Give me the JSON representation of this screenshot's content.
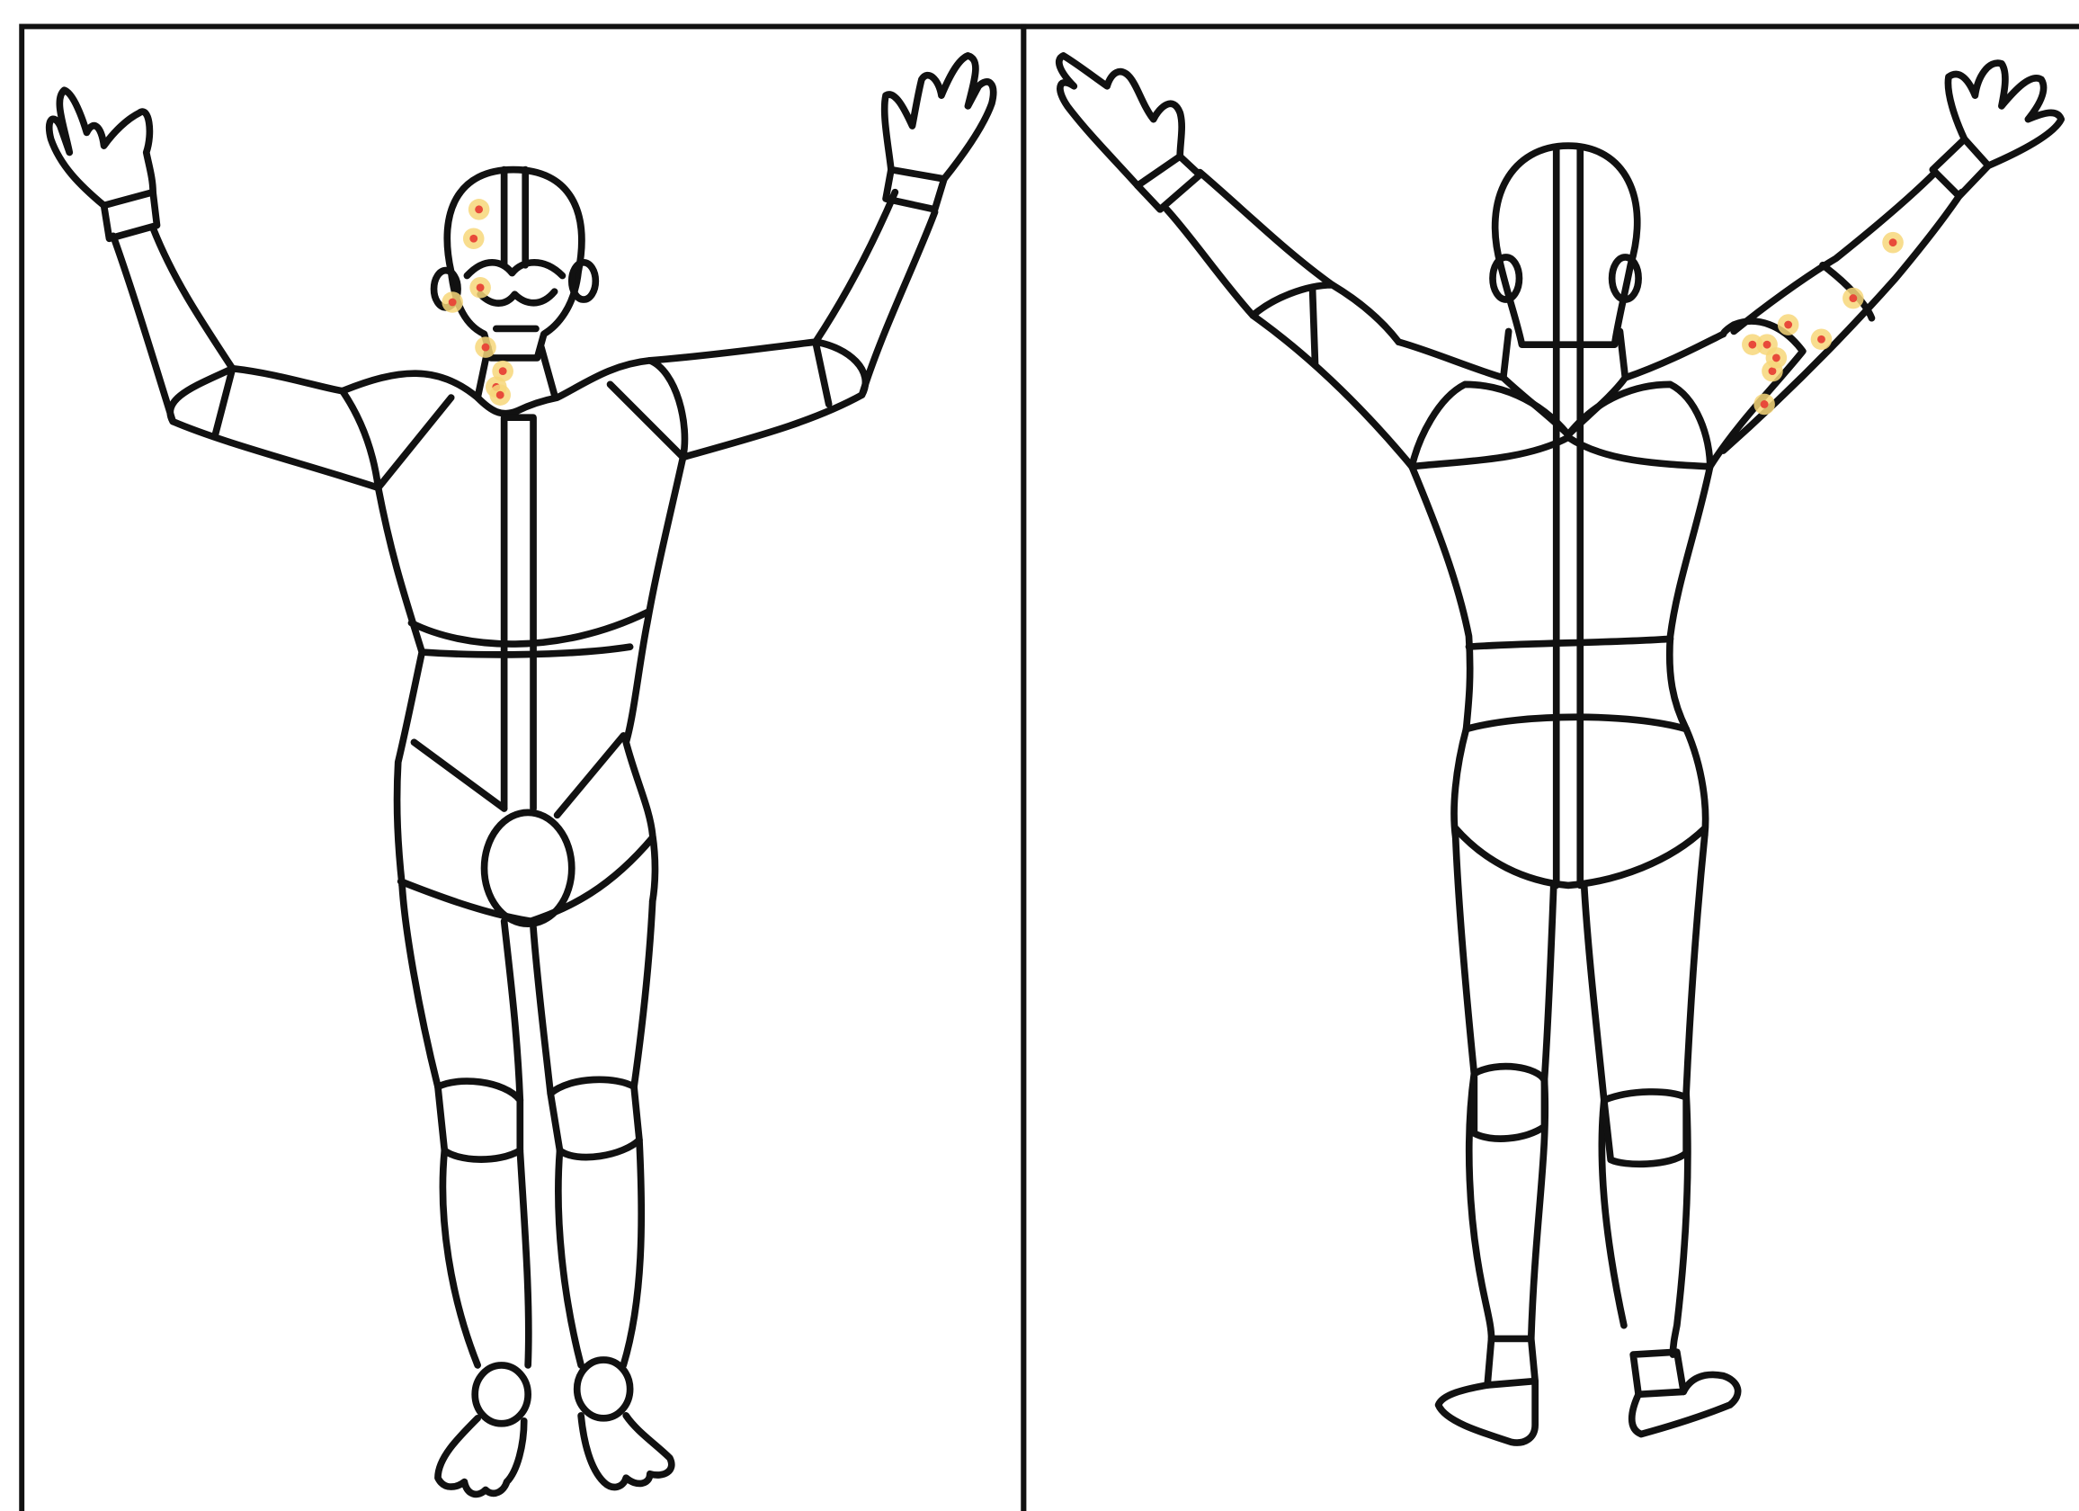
{
  "figure": {
    "description_panels": [
      "front-view",
      "back-view"
    ]
  },
  "colors": {
    "outline": "#111111",
    "mark_core": "#e84a3a",
    "mark_halo": "#f7d77a",
    "background": "#ffffff"
  },
  "front_view": {
    "marked_regions": [
      "forehead",
      "right-cheek",
      "jaw",
      "neck"
    ],
    "mark_count": 8
  },
  "back_view": {
    "marked_regions": [
      "left-upper-arm",
      "left-forearm"
    ],
    "mark_count": 9
  }
}
